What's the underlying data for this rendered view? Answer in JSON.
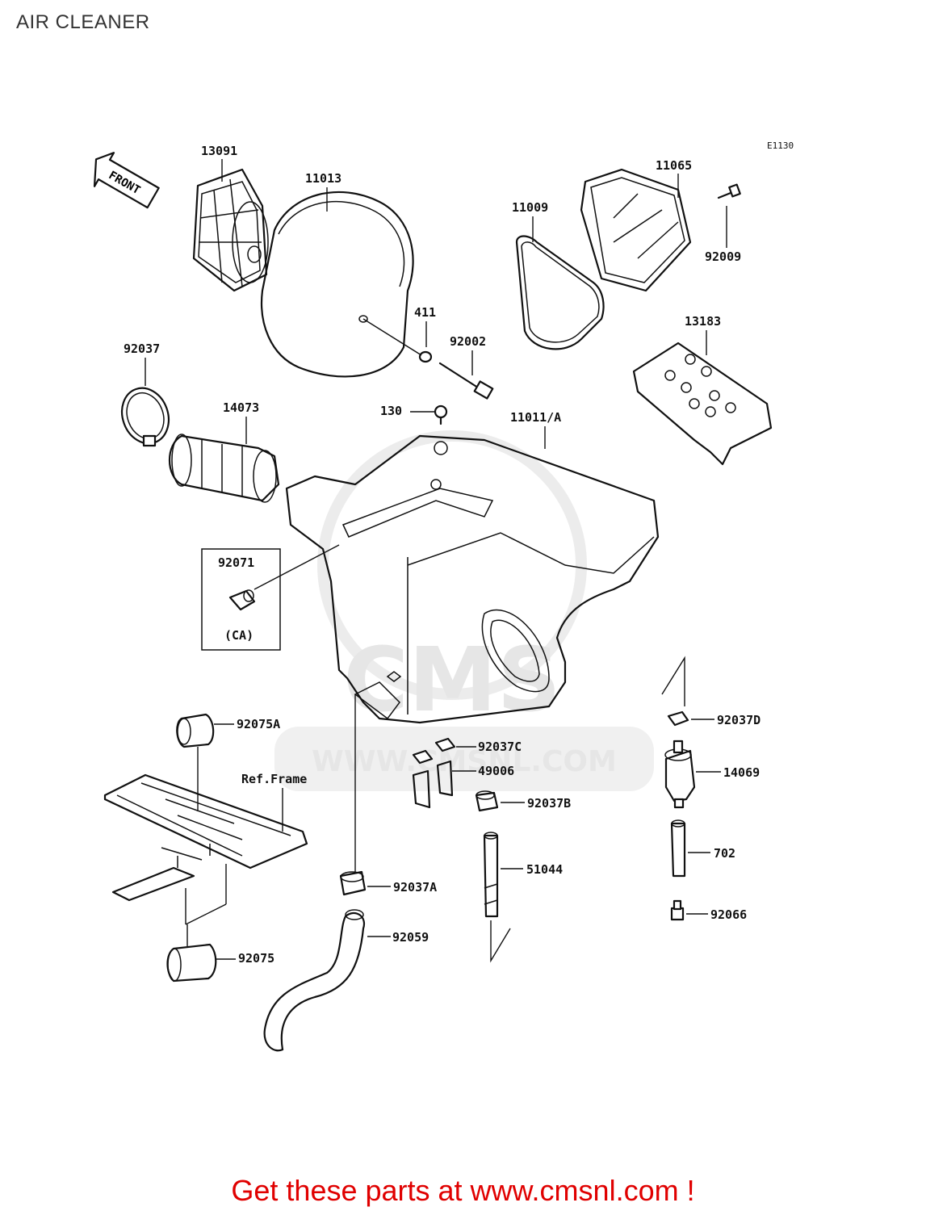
{
  "title": "AIR CLEANER",
  "diagram_code": "E1130",
  "front_arrow_label": "FRONT",
  "parts": {
    "p13091": "13091",
    "p11013": "11013",
    "p11065": "11065",
    "p11009": "11009",
    "p92009": "92009",
    "p411": "411",
    "p92002": "92002",
    "p13183": "13183",
    "p92037": "92037",
    "p14073": "14073",
    "p130": "130",
    "p11011A": "11011/A",
    "p92071": "92071",
    "ca_note": "(CA)",
    "p92075A": "92075A",
    "ref_frame": "Ref.Frame",
    "p92037D": "92037D",
    "p92037C": "92037C",
    "p49006": "49006",
    "p14069": "14069",
    "p92037B": "92037B",
    "p702": "702",
    "p51044": "51044",
    "p92037A": "92037A",
    "p92066": "92066",
    "p92059": "92059",
    "p92075": "92075"
  },
  "watermark": {
    "brand": "CMS",
    "url": "WWW.CMSNL.COM"
  },
  "footer": {
    "cta": "Get these parts at www.cmsnl.com !"
  },
  "colors": {
    "line": "#111111",
    "watermark": "#e6e6e6",
    "footer": "#e00000"
  }
}
